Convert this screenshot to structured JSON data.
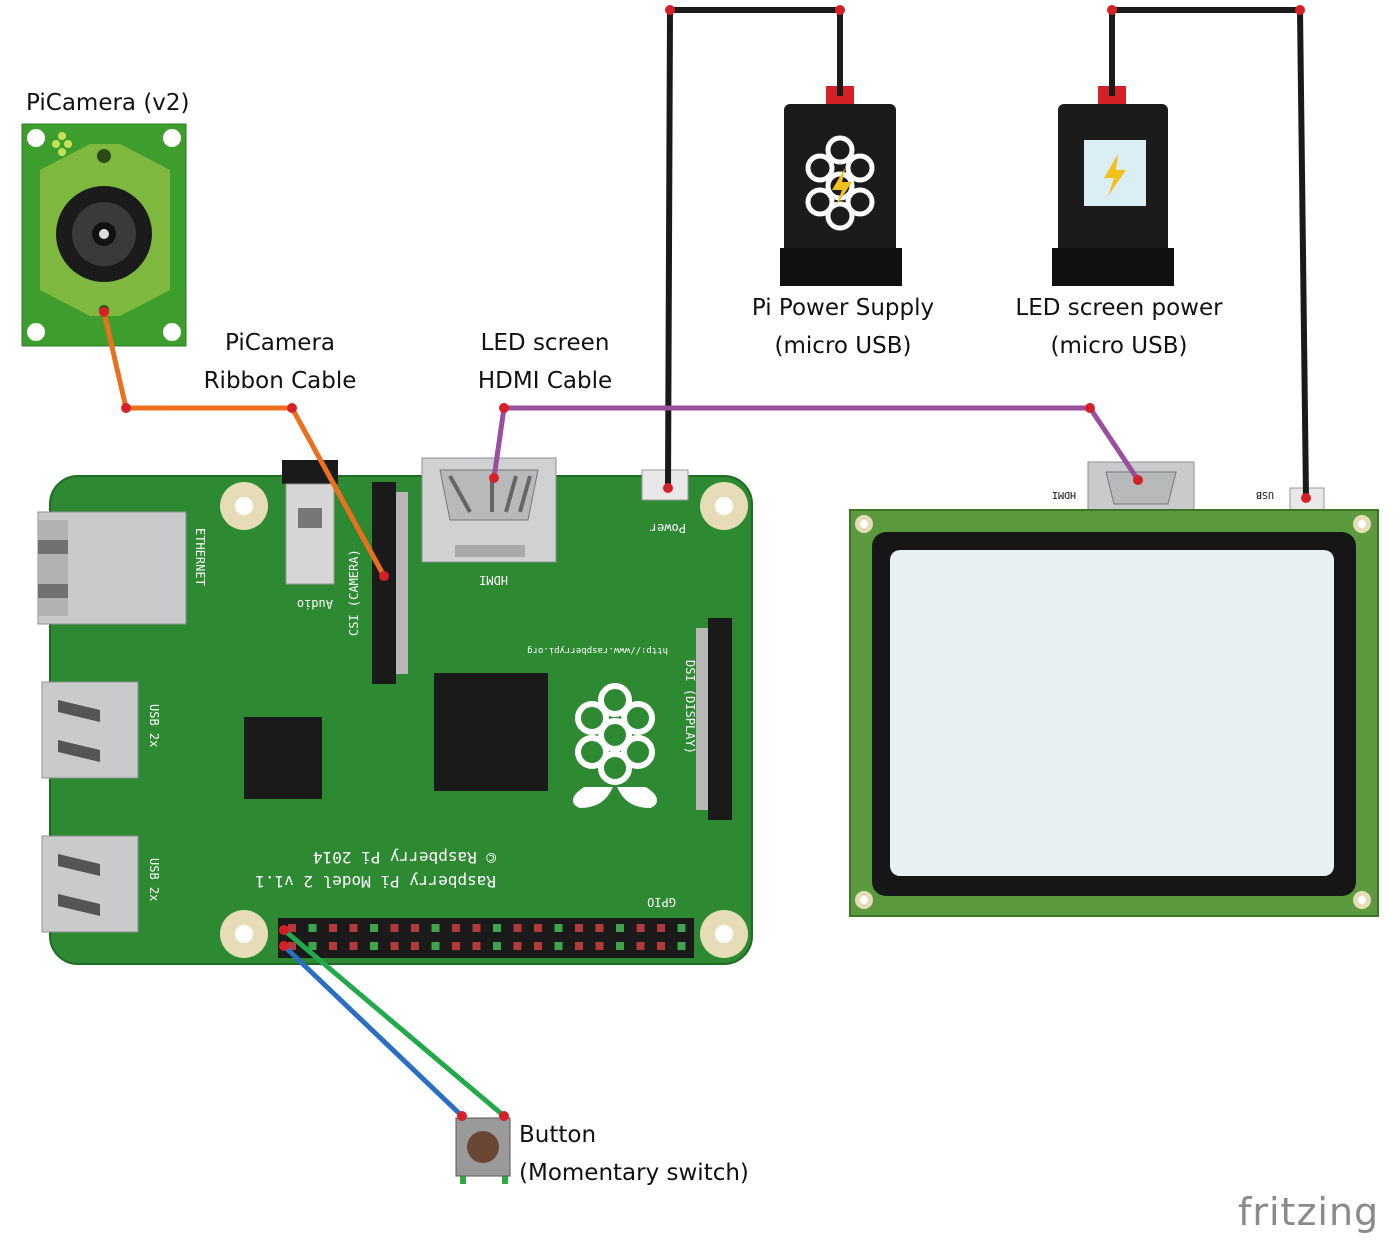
{
  "labels": {
    "picamera": "PiCamera (v2)",
    "ribbon_line1": "PiCamera",
    "ribbon_line2": "Ribbon Cable",
    "hdmi_cable_line1": "LED screen",
    "hdmi_cable_line2": "HDMI Cable",
    "pi_power_line1": "Pi Power Supply",
    "pi_power_line2": "(micro USB)",
    "led_power_line1": "LED screen power",
    "led_power_line2": "(micro USB)",
    "button_line1": "Button",
    "button_line2": "(Momentary switch)"
  },
  "board": {
    "ethernet": "ETHERNET",
    "usb1": "USB 2x",
    "usb2": "USB 2x",
    "audio": "Audio",
    "csi": "CSI (CAMERA)",
    "hdmi": "HDMI",
    "power": "Power",
    "dsi": "DSI (DISPLAY)",
    "url": "http://www.raspberrypi.org",
    "copyright": "© Raspberry Pi 2014",
    "model": "Raspberry Pi Model 2 v1.1",
    "gpio": "GPIO"
  },
  "screen": {
    "hdmi": "HDMI",
    "usb": "USB"
  },
  "watermark": "fritzing",
  "colors": {
    "board_green": "#2d8a32",
    "screen_green": "#5a9a3c",
    "camera_green": "#3e9e2d",
    "ribbon_wire": "#e8701e",
    "hdmi_wire": "#9b4e9e",
    "power_wire": "#1a1a1a",
    "button_wire_green": "#22a94a",
    "button_wire_blue": "#2b6fc2",
    "joint_red": "#d62027"
  }
}
